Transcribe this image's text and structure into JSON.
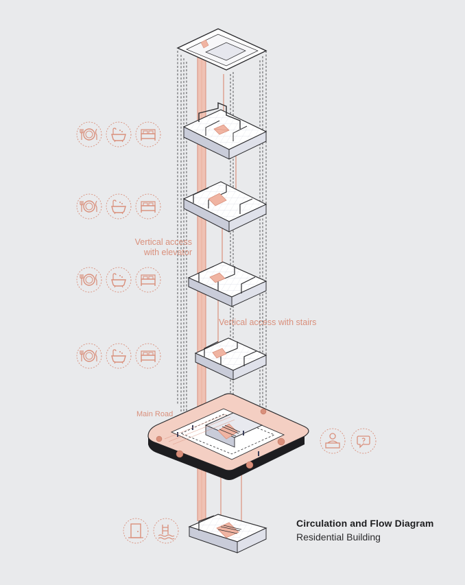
{
  "title": {
    "main": "Circulation and Flow Diagram",
    "sub": "Residential Building"
  },
  "annotations": {
    "elevator_line1": "Vertical access",
    "elevator_line2": "with elevator",
    "stairs": "Vertical access with stairs",
    "road": "Main Road"
  },
  "icon_rows": [
    [
      "dining-icon",
      "bathtub-icon",
      "bed-icon"
    ],
    [
      "dining-icon",
      "bathtub-icon",
      "bed-icon"
    ],
    [
      "dining-icon",
      "bathtub-icon",
      "bed-icon"
    ],
    [
      "dining-icon",
      "bathtub-icon",
      "bed-icon"
    ]
  ],
  "ground_icons": [
    "reception-icon",
    "info-chat-icon"
  ],
  "basement_icons": [
    "door-icon",
    "pool-icon"
  ],
  "colors": {
    "background": "#e9eaec",
    "accent": "#d98f7b",
    "accent_fill": "#f3c9bc",
    "line": "#2b2b2e",
    "floor_fill": "#ffffff",
    "wall_fill": "#c9ccd9"
  }
}
